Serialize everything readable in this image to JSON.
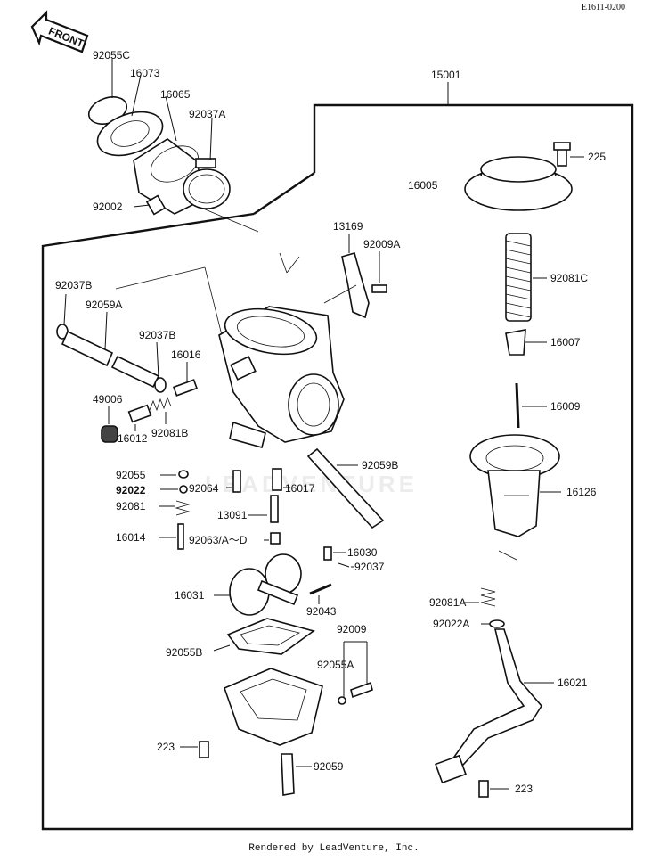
{
  "diagram_code": "E1611-0200",
  "footer": "Rendered by LeadVenture, Inc.",
  "watermark": "LEADVENTURE",
  "front_arrow": "FRONT",
  "labels": {
    "p92055C": "92055C",
    "p16073": "16073",
    "p16065": "16065",
    "p92037A": "92037A",
    "p92002": "92002",
    "p15001": "15001",
    "p225": "225",
    "p16005": "16005",
    "p13169": "13169",
    "p92009A": "92009A",
    "p92081C": "92081C",
    "p92037B_a": "92037B",
    "p92059A": "92059A",
    "p92037B_b": "92037B",
    "p16016": "16016",
    "p16007": "16007",
    "p49006": "49006",
    "p16009": "16009",
    "p16012": "16012",
    "p92081B": "92081B",
    "p92055": "92055",
    "p92059B": "92059B",
    "p92022": "92022",
    "p92064": "92064",
    "p16017": "16017",
    "p16126": "16126",
    "p92081": "92081",
    "p13091": "13091",
    "p16014": "16014",
    "p92063": "92063/A～D",
    "p16030": "16030",
    "p92037": "92037",
    "p16031": "16031",
    "p92043": "92043",
    "p92081A": "92081A",
    "p92022A": "92022A",
    "p92009": "92009",
    "p92055B": "92055B",
    "p92055A": "92055A",
    "p16021": "16021",
    "p223_a": "223",
    "p92059": "92059",
    "p223_b": "223"
  }
}
